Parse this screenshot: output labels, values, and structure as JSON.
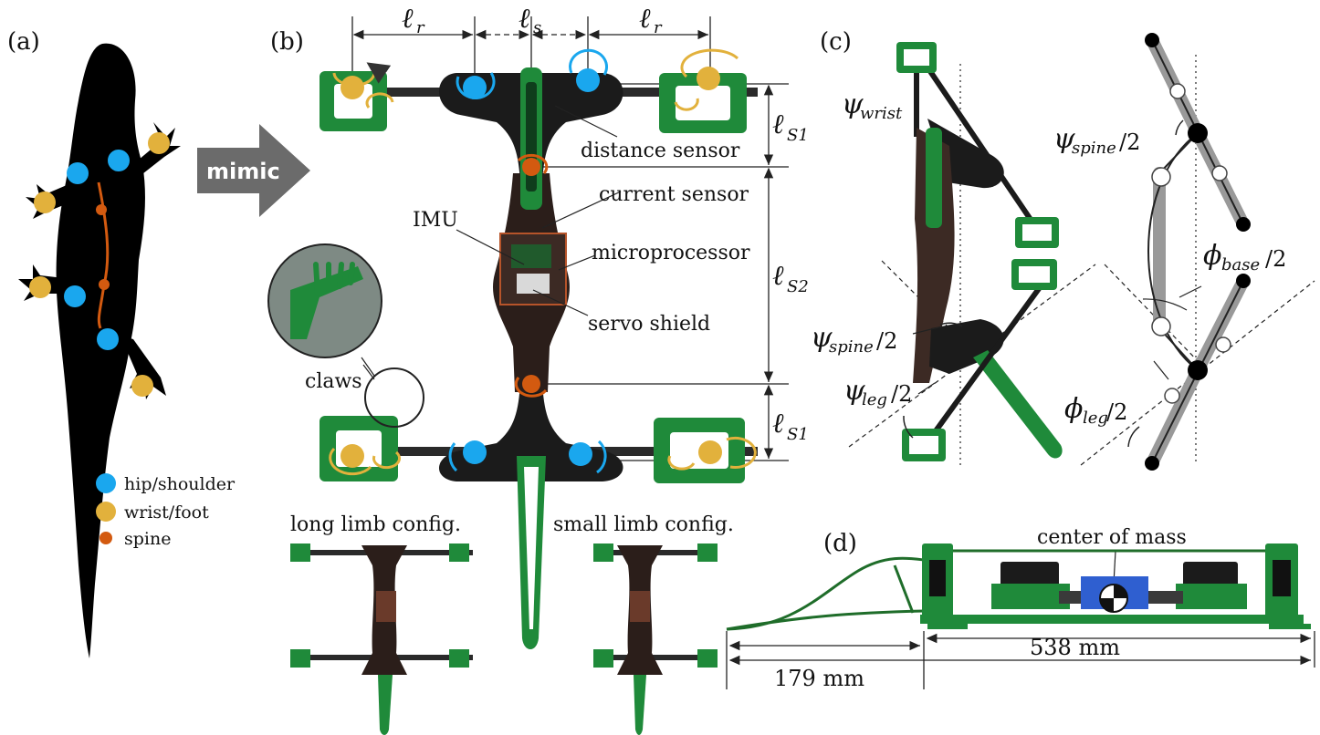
{
  "colors": {
    "hip": "#1aa7ee",
    "wrist": "#e2b13c",
    "spine": "#d35a10",
    "robot_green": "#1f8a3a",
    "arrow_gray": "#6b6b6b"
  },
  "panels": {
    "a": "(a)",
    "b": "(b)",
    "c": "(c)",
    "d": "(d)"
  },
  "mimic_label": "mimic",
  "legend": [
    {
      "label": "hip/shoulder",
      "color": "#1aa7ee"
    },
    {
      "label": "wrist/foot",
      "color": "#e2b13c"
    },
    {
      "label": "spine",
      "color": "#d35a10"
    }
  ],
  "panel_b": {
    "dim_lr_left": {
      "base": "ℓ",
      "sub": "r"
    },
    "dim_ls": {
      "base": "ℓ",
      "sub": "s"
    },
    "dim_lr_right": {
      "base": "ℓ",
      "sub": "r"
    },
    "dim_ls1_top": {
      "base": "ℓ",
      "sub": "S1"
    },
    "dim_ls2": {
      "base": "ℓ",
      "sub": "S2"
    },
    "dim_ls1_bottom": {
      "base": "ℓ",
      "sub": "S1"
    },
    "labels": {
      "distance_sensor": "distance sensor",
      "current_sensor": "current sensor",
      "imu": "IMU",
      "microprocessor": "microprocessor",
      "servo_shield": "servo shield",
      "claws": "claws",
      "long_limb": "long limb config.",
      "small_limb": "small limb config."
    }
  },
  "panel_c": {
    "psi_wrist": {
      "base": "ψ",
      "sub": "wrist"
    },
    "psi_spine_photo": {
      "base": "ψ",
      "sub": "spine",
      "tail": "/2"
    },
    "psi_leg": {
      "base": "ψ",
      "sub": "leg",
      "tail": "/2"
    },
    "psi_spine_diagram": {
      "base": "ψ",
      "sub": "spine",
      "tail": "/2"
    },
    "phi_base": {
      "base": "ϕ",
      "sub": "base",
      "tail": "/2"
    },
    "phi_leg": {
      "base": "ϕ",
      "sub": "leg",
      "tail": "/2"
    }
  },
  "panel_d": {
    "center_of_mass": "center of mass",
    "dim_total": "538 mm",
    "dim_tail": "179 mm"
  }
}
